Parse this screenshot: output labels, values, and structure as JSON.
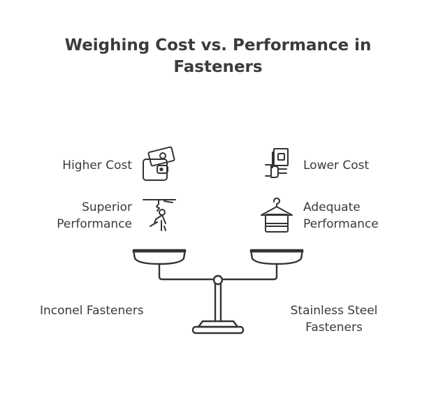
{
  "title": "Weighing Cost vs. Performance in Fasteners",
  "left": {
    "cost_label": "Higher Cost",
    "performance_line1": "Superior",
    "performance_line2": "Performance",
    "option_label": "Inconel Fasteners",
    "cost_icon": "wallet-icon",
    "performance_icon": "climbing-person-icon"
  },
  "right": {
    "cost_label": "Lower Cost",
    "performance_line1": "Adequate",
    "performance_line2": "Performance",
    "option_line1": "Stainless Steel",
    "option_line2": "Fasteners",
    "cost_icon": "hand-holding-money-icon",
    "performance_icon": "hanger-towel-icon"
  },
  "scale_icon": "balance-scale-icon",
  "colors": {
    "ink": "#333333",
    "background": "#ffffff"
  }
}
